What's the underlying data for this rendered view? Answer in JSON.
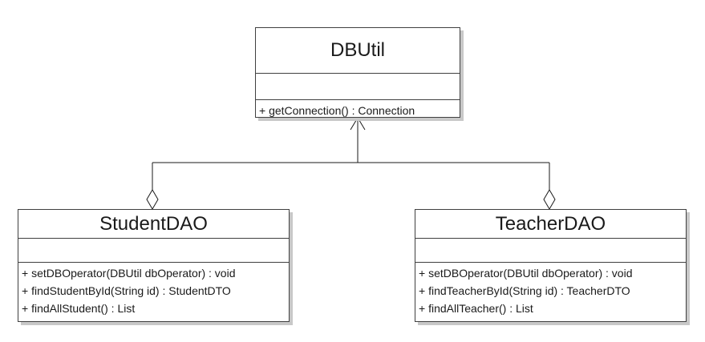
{
  "classes": {
    "dbutil": {
      "name": "DBUtil",
      "operations": [
        "+ getConnection() : Connection"
      ]
    },
    "student_dao": {
      "name": "StudentDAO",
      "operations": [
        "+ setDBOperator(DBUtil dbOperator) : void",
        "+ findStudentById(String id) : StudentDTO",
        "+ findAllStudent() : List"
      ]
    },
    "teacher_dao": {
      "name": "TeacherDAO",
      "operations": [
        "+ setDBOperator(DBUtil dbOperator) : void",
        "+ findTeacherById(String id) : TeacherDTO",
        "+ findAllTeacher() : List"
      ]
    }
  },
  "relations": [
    {
      "from": "StudentDAO",
      "to": "DBUtil",
      "kind": "aggregation"
    },
    {
      "from": "TeacherDAO",
      "to": "DBUtil",
      "kind": "aggregation"
    }
  ],
  "colors": {
    "border": "#404040",
    "shadow": "#c8c8c8",
    "line": "#1a1a1a"
  }
}
